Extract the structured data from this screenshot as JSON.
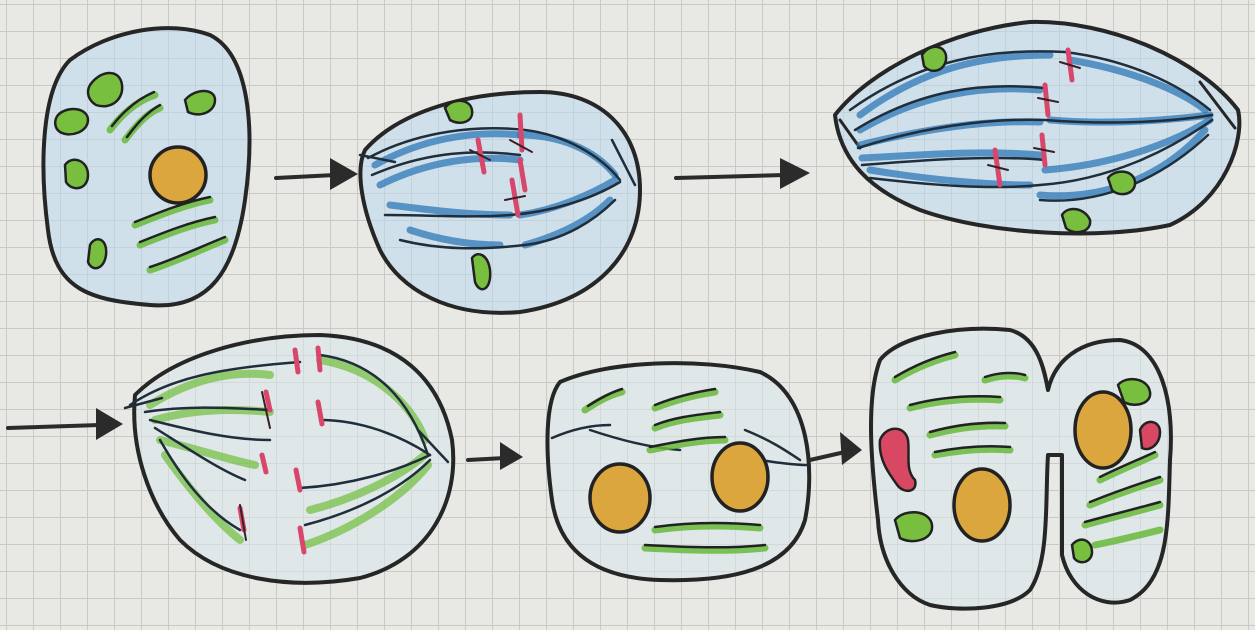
{
  "diagram": {
    "stages": [
      {
        "id": "cell-1",
        "row": 1,
        "order": 1
      },
      {
        "id": "cell-2",
        "row": 1,
        "order": 2
      },
      {
        "id": "cell-3",
        "row": 1,
        "order": 3
      },
      {
        "id": "cell-4",
        "row": 2,
        "order": 4
      },
      {
        "id": "cell-5",
        "row": 2,
        "order": 5
      },
      {
        "id": "cell-6",
        "row": 2,
        "order": 6
      }
    ],
    "colors": {
      "outline": "#262626",
      "cytoplasm_blue": "#b9d9ef",
      "spindle_blue": "#2f78b7",
      "chloroplast_green": "#79bf3f",
      "nucleus_orange": "#dba63e",
      "chromosome_red": "#d9466b",
      "grid_paper": "#e8e8e4"
    }
  }
}
